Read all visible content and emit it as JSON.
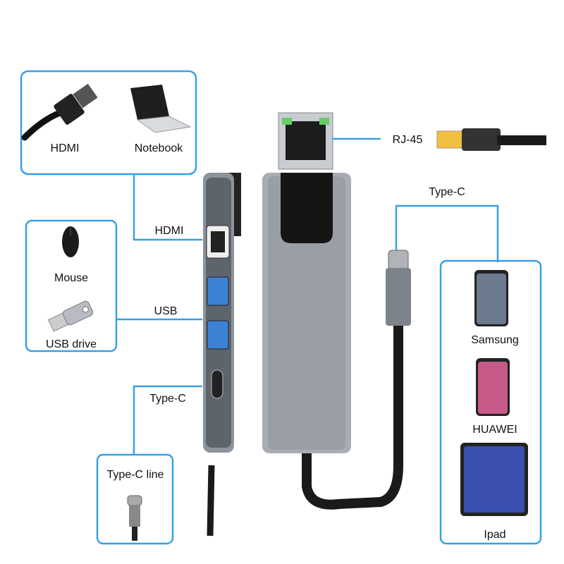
{
  "colors": {
    "accent": "#3a9fe6",
    "hub_body": "#9a9fa6",
    "cable": "#1a1a1a"
  },
  "top_left_box": {
    "hdmi_label": "HDMI",
    "notebook_label": "Notebook"
  },
  "left_box": {
    "mouse_label": "Mouse",
    "usb_drive_label": "USB drive"
  },
  "typec_line_box": {
    "label": "Type-C line"
  },
  "right_box": {
    "samsung_label": "Samsung",
    "huawei_label": "HUAWEI",
    "ipad_label": "Ipad"
  },
  "connectors": {
    "hdmi": "HDMI",
    "usb": "USB",
    "typec_port": "Type-C",
    "rj45": "RJ-45",
    "typec_plug": "Type-C"
  }
}
